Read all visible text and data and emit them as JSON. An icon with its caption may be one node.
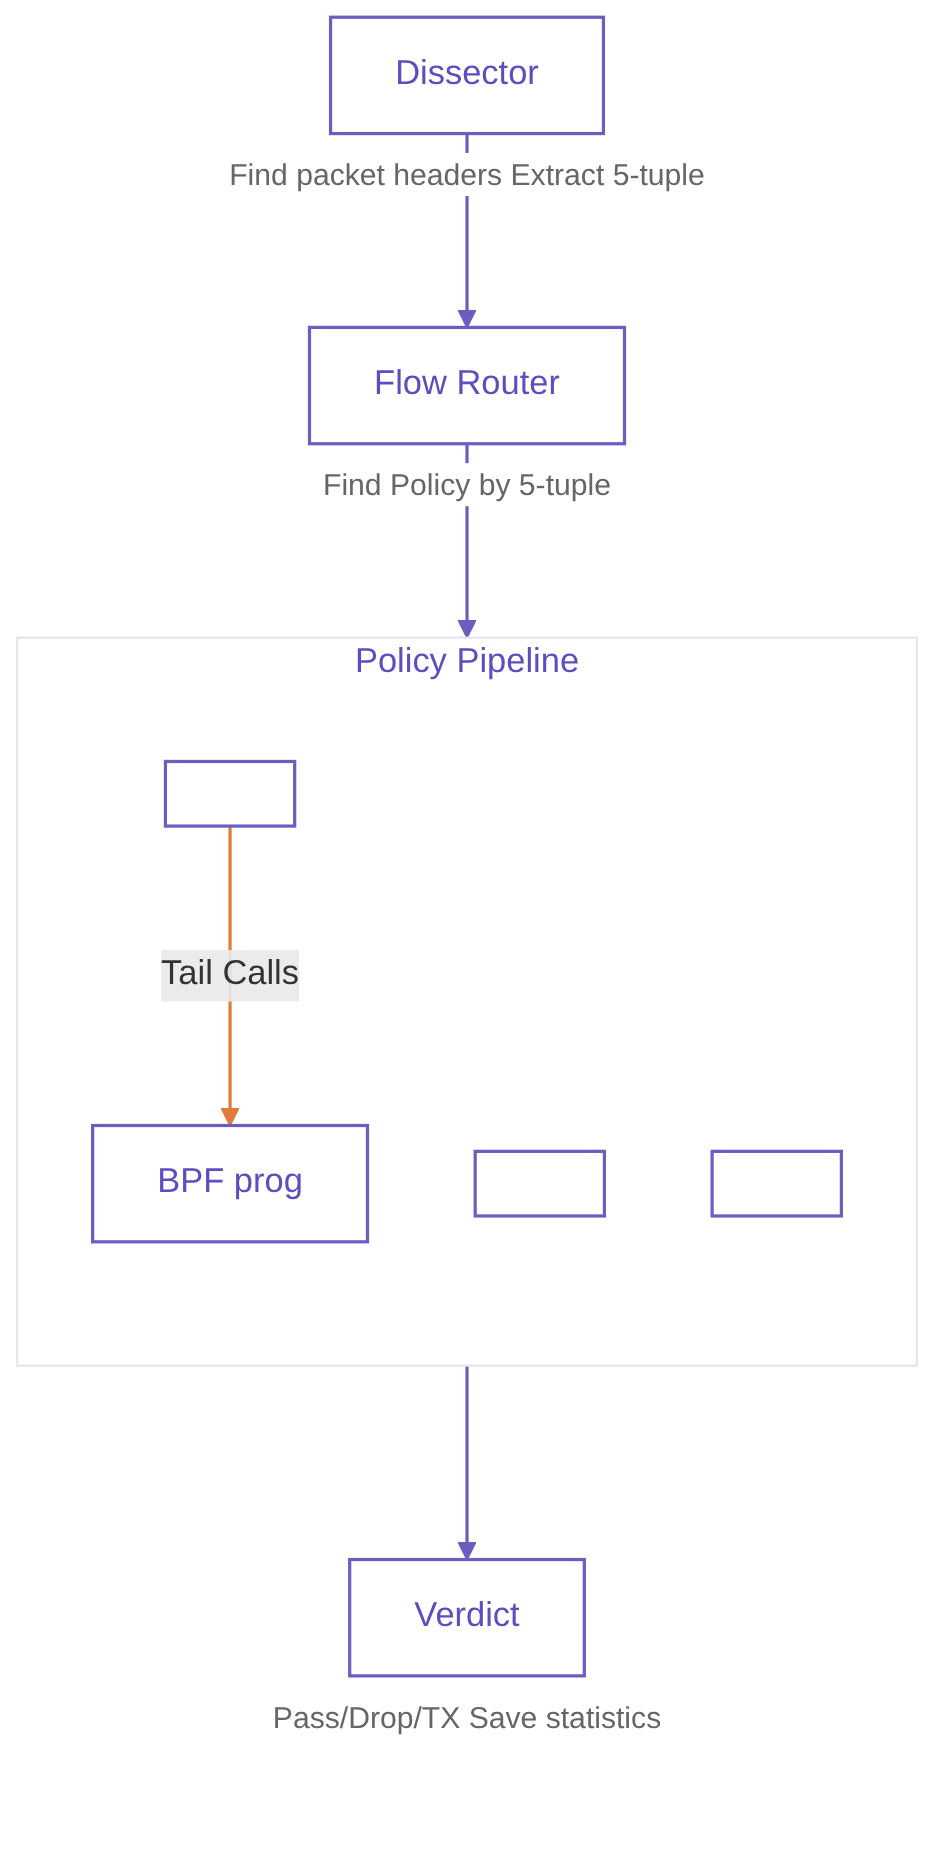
{
  "diagram": {
    "nodes": [
      {
        "text": [
          "Dissector"
        ],
        "beside": [
          "Find packet headers Extract 5-tuple"
        ]
      },
      {
        "text": [
          "Flow Router"
        ],
        "beside": [
          "Find Policy by 5-tuple"
        ]
      },
      {
        "text": [
          "Policy Pipeline"
        ]
      },
      {
        "text": [],
        "shape": "box",
        "in": 2
      },
      {
        "text": [],
        "shape": "box",
        "in": 2
      },
      {
        "text": [],
        "shape": "box",
        "in": 2
      },
      {
        "text": [
          "BPF prog"
        ],
        "in": 2
      },
      {
        "text": [
          "Verdict"
        ],
        "beside": [
          "Pass/Drop/TX Save statistics"
        ]
      }
    ],
    "edges": [
      {
        "from": 0,
        "to": 1,
        "arrow": "to"
      },
      {
        "from": 1,
        "to": 2,
        "arrow": "to"
      },
      {
        "from": 3,
        "to": 6,
        "arrow": "to",
        "label": "Tail Calls",
        "color": "#e07b39"
      },
      {
        "from": 2,
        "to": 7,
        "arrow": "to"
      }
    ]
  }
}
